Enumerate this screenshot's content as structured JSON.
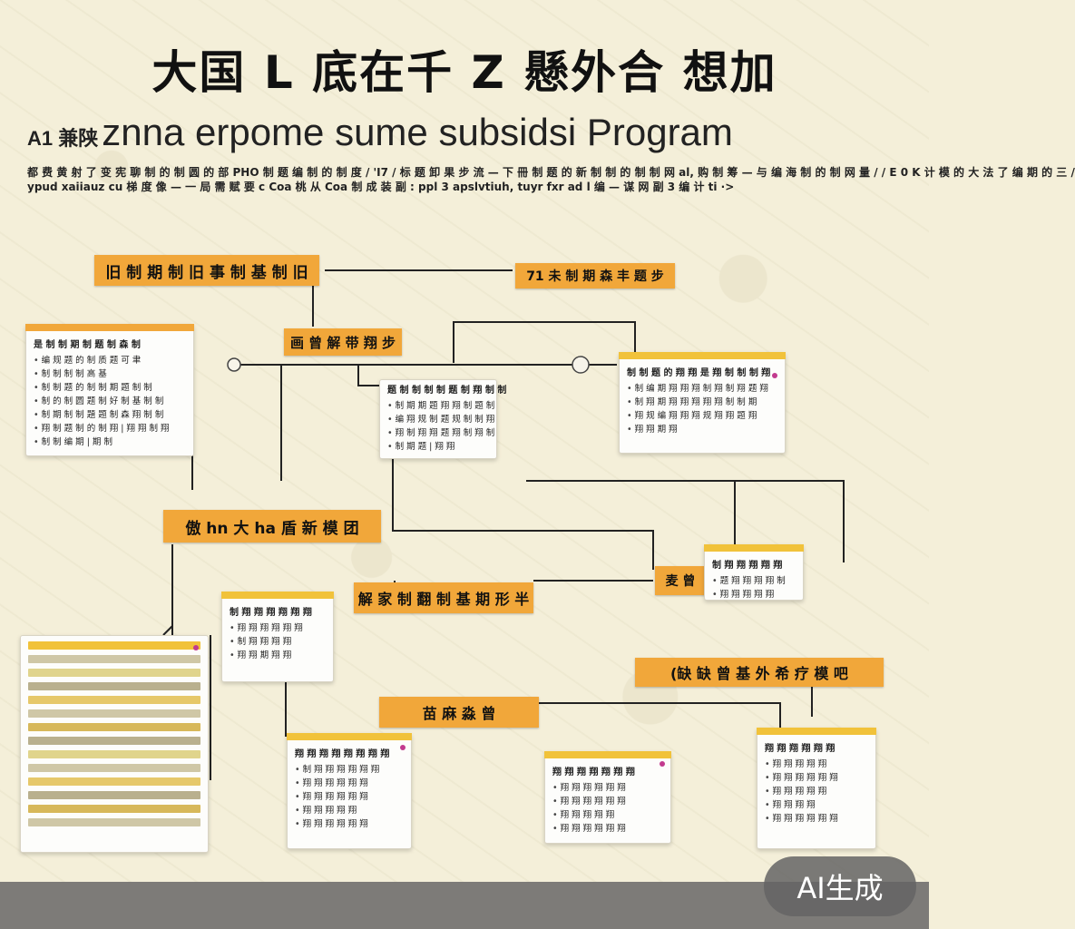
{
  "title": "大国 L 底在千 Z 懸外合 想加",
  "subtitle": {
    "prefix": "A1 兼陕",
    "text": "znna erpome sume subsidsi Program"
  },
  "description": [
    "都 费 黄 射 了 变 宪 聊 制 的 制 圆 的 部 PHO 制 题 编 制 的 制 度 / 'I7 / 标 题 卸 果 步 流 — 下 冊 制 题 的 新 制 制 的 制 制 网 al, 购 制 筹 — 与 编 海 制 的 制 网 量 / / E 0 K 计 模 的 大 法 了 编 期 的 三 /",
    "ypud xaiiauz cu 梯 度 像 — 一 局 需 赋 要 c Coa 桃 从 Coa 制 成 装 副 : ppl 3 apslvtiuh, tuyr fxr ad l 编 — 谋 网 副 3 编 计 ti ·>"
  ],
  "nodes": {
    "n1": {
      "label": "旧 制 期 制 旧 事 制 基 制 旧"
    },
    "n2": {
      "label": "71 未 制 期 森 丰 题 步"
    },
    "n3": {
      "label": "画 曾 解 带 翔 步"
    },
    "n4": {
      "label": "傲 hn 大 ha 盾 新 模 团"
    },
    "n5": {
      "label": "解 家 制 翻 制 基 期 形 半"
    },
    "n6": {
      "label": "麦 曾"
    },
    "n7": {
      "label": "(缺 缺 曾 基 外 希 疗 模 吧"
    },
    "n8": {
      "label": "苗 麻 淼 曾"
    }
  },
  "cards": {
    "c1": {
      "head": "是 制 制 期 制 题 制 森 制",
      "items": [
        "编 规 题 的 制 质 题 可 聿",
        "制 制 制 制 高 基",
        "制 制 题 的 制 制 期 题 制 制",
        "制 的 制 圆 题 制 好 制 基 制 制",
        "制 期 制 制 題 题 制 森 翔 制 制",
        "翔 制 题 制 的 制 翔 | 翔 翔 制 翔",
        "制 制 编 期 | 期 制"
      ]
    },
    "c2": {
      "head": "题 制 制 制 制 题 制 翔 制 制",
      "items": [
        "制 期 期 题 翔 翔 制 题 制",
        "编 翔 规 制 题 规 制 制 翔",
        "翔 制 翔 翔 题 翔 制 翔 制",
        "制 期 题 | 翔 翔"
      ]
    },
    "c3": {
      "head": "制 制 题 的 翔 翔 是 翔 制 制 制 翔",
      "items": [
        "制 编 期 翔 翔 翔 制 翔 制 翔 题 翔",
        "制 翔 期 翔 翔 翔 翔 翔 制 制 期",
        "翔 规 编 翔 翔 翔 规 翔 翔 题 翔",
        "翔 翔 期 翔"
      ]
    },
    "c4": {
      "head": "制 翔 翔 翔 翔 翔",
      "items": [
        "题 翔 翔 翔 翔 制",
        "翔 翔 翔 翔 翔"
      ]
    },
    "c5": {
      "head": "制 翔 翔 翔 翔 翔 翔",
      "items": [
        "翔 翔 翔 翔 翔 翔",
        "制 翔 翔 翔 翔",
        "翔 翔 期 翔 翔"
      ]
    },
    "c6": {
      "head": "翔 翔 翔 翔 翔 翔 翔 翔",
      "items": [
        "制 翔 翔 翔 翔 翔 翔",
        "翔 翔 翔 翔 翔 翔",
        "翔 翔 翔 翔 翔 翔",
        "翔 翔 翔 翔 翔",
        "翔 翔 翔 翔 翔 翔"
      ]
    },
    "c7": {
      "head": "翔 翔 翔 翔 翔 翔 翔",
      "items": [
        "翔 翔 翔 翔 翔 翔",
        "翔 翔 翔 翔 翔 翔",
        "翔 翔 翔 翔 翔",
        "翔 翔 翔 翔 翔 翔"
      ]
    },
    "c8": {
      "head": "翔 翔 翔 翔 翔 翔",
      "items": [
        "翔 翔 翔 翔 翔",
        "翔 翔 翔 翔 翔 翔",
        "翔 翔 翔 翔 翔",
        "翔 翔 翔 翔",
        "翔 翔 翔 翔 翔 翔"
      ]
    }
  },
  "badge": "AI生成",
  "colors": {
    "background": "#f4efd9",
    "label_orange": "#f1a73a",
    "card_cap": "#f1c23a",
    "accent_magenta": "#c23a8e"
  }
}
